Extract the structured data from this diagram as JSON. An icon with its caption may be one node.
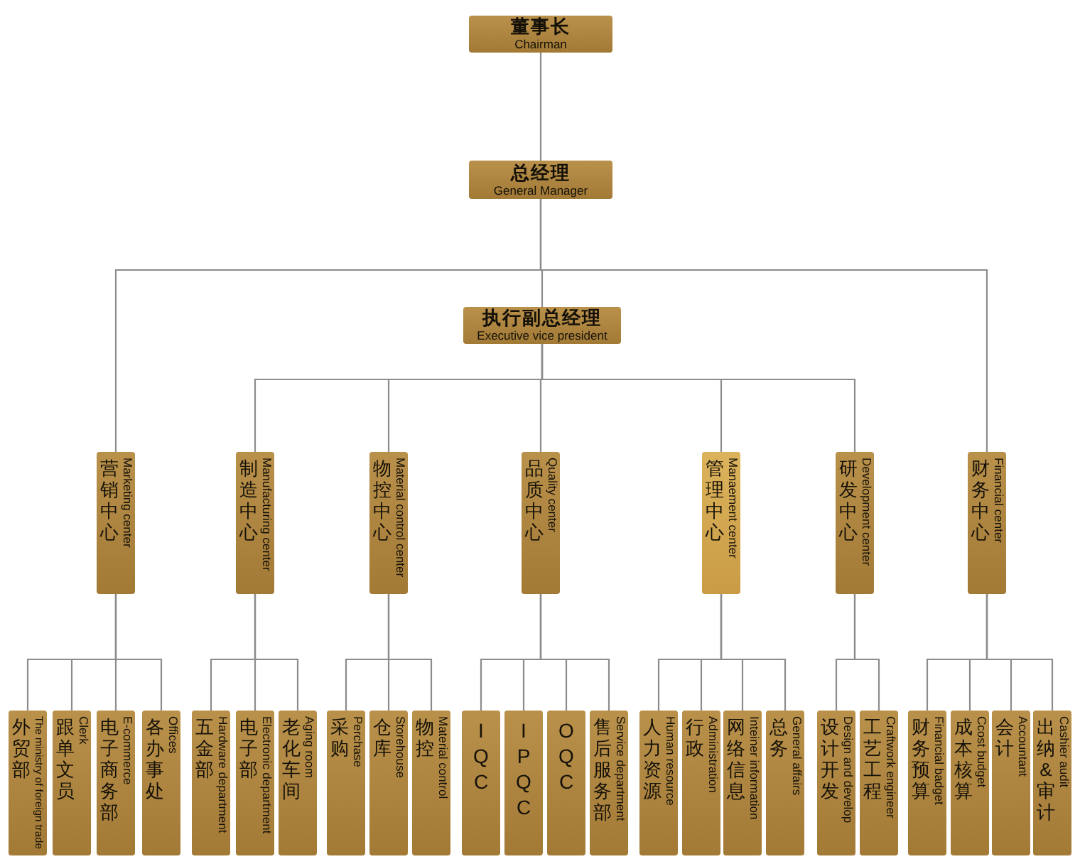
{
  "diagram": {
    "nodes": [
      {
        "text": [
          "董事长",
          "Chairman"
        ]
      },
      {
        "text": [
          "总经理",
          "General Manager"
        ]
      },
      {
        "text": [
          "执行副总经理",
          "Executive vice president"
        ]
      },
      {
        "text": [
          "营销中心",
          "Marketing center"
        ]
      },
      {
        "text": [
          "制造中心",
          "Manufacturing center"
        ]
      },
      {
        "text": [
          "物控中心",
          "Material control center"
        ]
      },
      {
        "text": [
          "品质中心",
          "Quality center"
        ]
      },
      {
        "text": [
          "管理中心",
          "Manaement center"
        ]
      },
      {
        "text": [
          "研发中心",
          "Development center"
        ]
      },
      {
        "text": [
          "财务中心",
          "Financial center"
        ]
      },
      {
        "text": [
          "外贸部",
          "The ministry of foreign trade"
        ]
      },
      {
        "text": [
          "跟单文员",
          "Clerk"
        ]
      },
      {
        "text": [
          "电子商务部",
          "E-commerce"
        ]
      },
      {
        "text": [
          "各办事处",
          "Offices"
        ]
      },
      {
        "text": [
          "五金部",
          "Hardware department"
        ]
      },
      {
        "text": [
          "电子部",
          "Electronic department"
        ]
      },
      {
        "text": [
          "老化车间",
          "Aging room"
        ]
      },
      {
        "text": [
          "采购",
          "Perchase"
        ]
      },
      {
        "text": [
          "仓库",
          "Storehouse"
        ]
      },
      {
        "text": [
          "物控",
          "Material control"
        ]
      },
      {
        "text": [
          "IQC"
        ]
      },
      {
        "text": [
          "IPQC"
        ]
      },
      {
        "text": [
          "OQC"
        ]
      },
      {
        "text": [
          "售后服务部",
          "Service department"
        ]
      },
      {
        "text": [
          "人力资源",
          "Human resource"
        ]
      },
      {
        "text": [
          "行政",
          "Administration"
        ]
      },
      {
        "text": [
          "网络信息",
          "Inteiner information"
        ]
      },
      {
        "text": [
          "总务",
          "General affairs"
        ]
      },
      {
        "text": [
          "设计开发",
          "Design and develop"
        ]
      },
      {
        "text": [
          "工艺工程",
          "Craftwork engineer"
        ]
      },
      {
        "text": [
          "财务预算",
          "Financial badget"
        ]
      },
      {
        "text": [
          "成本核算",
          "Ccost budget"
        ]
      },
      {
        "text": [
          "会计",
          "Accountant"
        ]
      },
      {
        "text": [
          "出纳&审计",
          "Cashier audit"
        ]
      }
    ],
    "edges": [
      {
        "from": 0,
        "to": 1,
        "arrow": "none"
      },
      {
        "from": 1,
        "to": 2,
        "arrow": "none"
      },
      {
        "from": 1,
        "to": 3,
        "arrow": "none"
      },
      {
        "from": 1,
        "to": 9,
        "arrow": "none"
      },
      {
        "from": 2,
        "to": 4,
        "arrow": "none"
      },
      {
        "from": 2,
        "to": 5,
        "arrow": "none"
      },
      {
        "from": 2,
        "to": 6,
        "arrow": "none"
      },
      {
        "from": 2,
        "to": 7,
        "arrow": "none"
      },
      {
        "from": 2,
        "to": 8,
        "arrow": "none"
      },
      {
        "from": 3,
        "to": 10,
        "arrow": "none"
      },
      {
        "from": 3,
        "to": 11,
        "arrow": "none"
      },
      {
        "from": 3,
        "to": 12,
        "arrow": "none"
      },
      {
        "from": 3,
        "to": 13,
        "arrow": "none"
      },
      {
        "from": 4,
        "to": 14,
        "arrow": "none"
      },
      {
        "from": 4,
        "to": 15,
        "arrow": "none"
      },
      {
        "from": 4,
        "to": 16,
        "arrow": "none"
      },
      {
        "from": 5,
        "to": 17,
        "arrow": "none"
      },
      {
        "from": 5,
        "to": 18,
        "arrow": "none"
      },
      {
        "from": 5,
        "to": 19,
        "arrow": "none"
      },
      {
        "from": 6,
        "to": 20,
        "arrow": "none"
      },
      {
        "from": 6,
        "to": 21,
        "arrow": "none"
      },
      {
        "from": 6,
        "to": 22,
        "arrow": "none"
      },
      {
        "from": 6,
        "to": 23,
        "arrow": "none"
      },
      {
        "from": 7,
        "to": 24,
        "arrow": "none"
      },
      {
        "from": 7,
        "to": 25,
        "arrow": "none"
      },
      {
        "from": 7,
        "to": 26,
        "arrow": "none"
      },
      {
        "from": 7,
        "to": 27,
        "arrow": "none"
      },
      {
        "from": 8,
        "to": 28,
        "arrow": "none"
      },
      {
        "from": 8,
        "to": 29,
        "arrow": "none"
      },
      {
        "from": 9,
        "to": 30,
        "arrow": "none"
      },
      {
        "from": 9,
        "to": 31,
        "arrow": "none"
      },
      {
        "from": 9,
        "to": 32,
        "arrow": "none"
      },
      {
        "from": 9,
        "to": 33,
        "arrow": "none"
      }
    ]
  }
}
